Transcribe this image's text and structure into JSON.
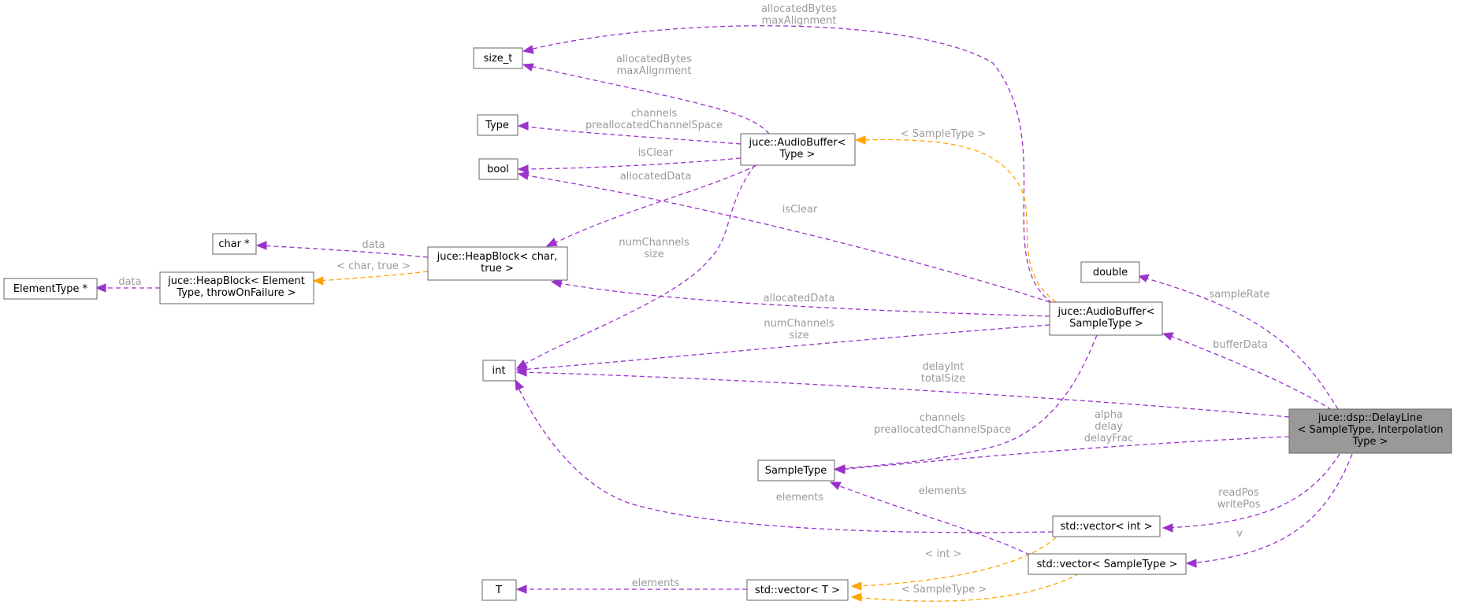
{
  "nodes": {
    "delayline": [
      "juce::dsp::DelayLine",
      "< SampleType, Interpolation",
      "Type >"
    ],
    "double": [
      "double"
    ],
    "audiobuffer_sampletype": [
      "juce::AudioBuffer<",
      "SampleType >"
    ],
    "size_t": [
      "size_t"
    ],
    "audiobuffer_type": [
      "juce::AudioBuffer<",
      "Type >"
    ],
    "type": [
      "Type"
    ],
    "bool": [
      "bool"
    ],
    "char_ptr": [
      "char *"
    ],
    "heapblock_char": [
      "juce::HeapBlock< char,",
      "true >"
    ],
    "elementtype_ptr": [
      "ElementType *"
    ],
    "heapblock_element": [
      "juce::HeapBlock< Element",
      "Type, throwOnFailure >"
    ],
    "int": [
      "int"
    ],
    "sampletype": [
      "SampleType"
    ],
    "vector_int": [
      "std::vector< int >"
    ],
    "vector_sampletype": [
      "std::vector< SampleType >"
    ],
    "t": [
      "T"
    ],
    "vector_t": [
      "std::vector< T >"
    ]
  },
  "edges": {
    "sampleRate": [
      "sampleRate"
    ],
    "bufferData": [
      "bufferData"
    ],
    "delayInt_totalSize": [
      "delayInt",
      "totalSize"
    ],
    "alpha_delay_delayFrac": [
      "alpha",
      "delay",
      "delayFrac"
    ],
    "readPos_writePos": [
      "readPos",
      "writePos"
    ],
    "v": [
      "v"
    ],
    "ab_st_allocatedBytes": [
      "allocatedBytes",
      "maxAlignment"
    ],
    "ab_st_template": [
      "< SampleType >"
    ],
    "ab_st_isClear": [
      "isClear"
    ],
    "ab_st_allocatedData": [
      "allocatedData"
    ],
    "ab_st_numChannels": [
      "numChannels",
      "size"
    ],
    "ab_st_channels": [
      "channels",
      "preallocatedChannelSpace"
    ],
    "ab_t_allocatedBytes": [
      "allocatedBytes",
      "maxAlignment"
    ],
    "ab_t_channels": [
      "channels",
      "preallocatedChannelSpace"
    ],
    "ab_t_isClear": [
      "isClear"
    ],
    "ab_t_allocatedData": [
      "allocatedData"
    ],
    "ab_t_numChannels": [
      "numChannels",
      "size"
    ],
    "hb_char_data": [
      "data"
    ],
    "hb_template": [
      "< char, true >"
    ],
    "hb_elem_data": [
      "data"
    ],
    "vi_elements": [
      "elements"
    ],
    "vi_template": [
      "< int >"
    ],
    "vs_elements": [
      "elements"
    ],
    "vs_template": [
      "< SampleType >"
    ],
    "vt_elements": [
      "elements"
    ]
  }
}
